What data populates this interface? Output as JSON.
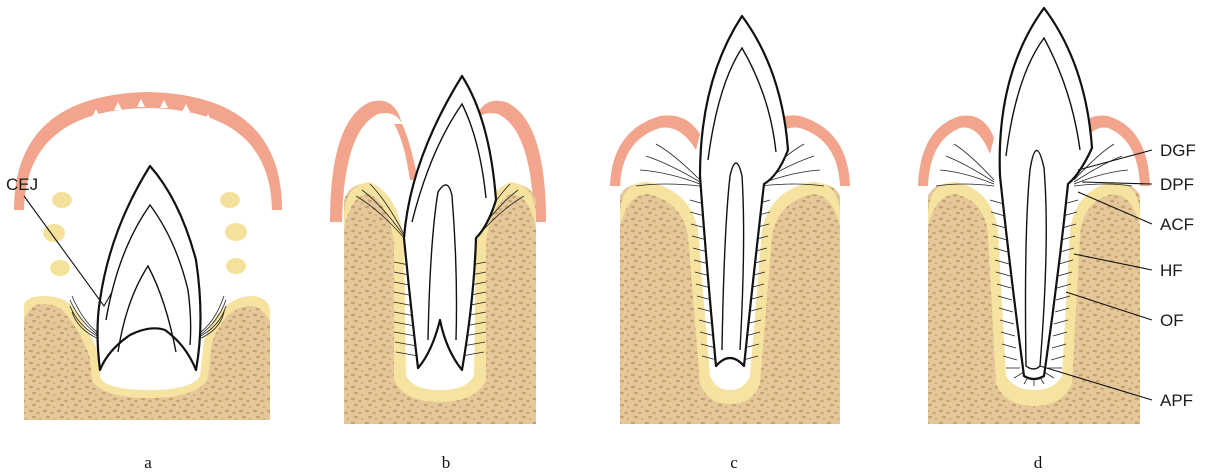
{
  "panels": [
    {
      "id": "a",
      "label": "a"
    },
    {
      "id": "b",
      "label": "b"
    },
    {
      "id": "c",
      "label": "c"
    },
    {
      "id": "d",
      "label": "d"
    }
  ],
  "callouts": {
    "cej": "CEJ",
    "dgf": "DGF",
    "dpf": "DPF",
    "acf": "ACF",
    "hf": "HF",
    "of": "OF",
    "apf": "APF"
  },
  "colors": {
    "gingiva": "#f2a58c",
    "bone_fill": "#e6c99a",
    "bone_speckle": "#c9a56b",
    "alveolar_rim": "#f7e3a0",
    "crypt_spots": "#f5e29a",
    "outline": "#111111"
  }
}
